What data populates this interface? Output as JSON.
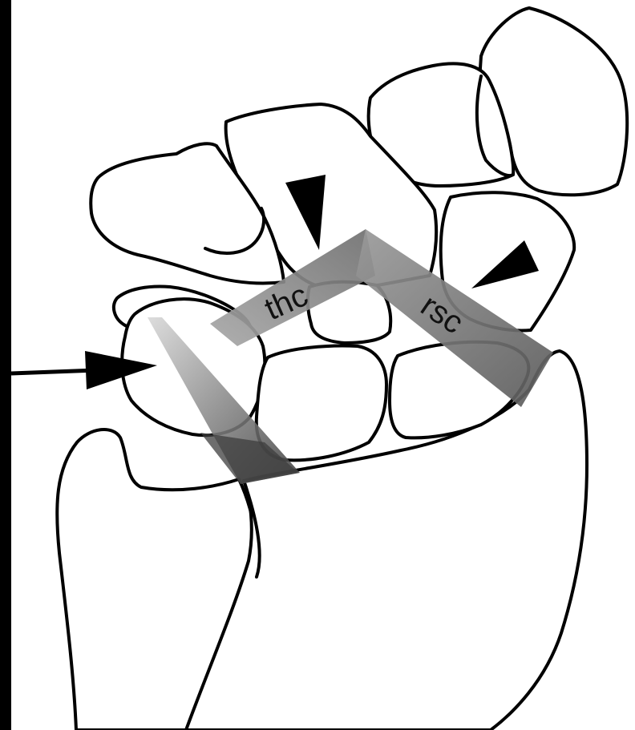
{
  "labels": {
    "thc": "thc",
    "rsc": "rsc"
  },
  "colors": {
    "background": "#000000",
    "bone_fill": "#ffffff",
    "outline": "#000000",
    "ligament_dark": "#555555",
    "ligament_mid": "#8a8a8a",
    "ligament_light": "#cfcfcf"
  },
  "markers": {
    "arrow": "pointer-arrow",
    "arrowheads": [
      "arrowhead-upper",
      "arrowhead-right"
    ]
  }
}
